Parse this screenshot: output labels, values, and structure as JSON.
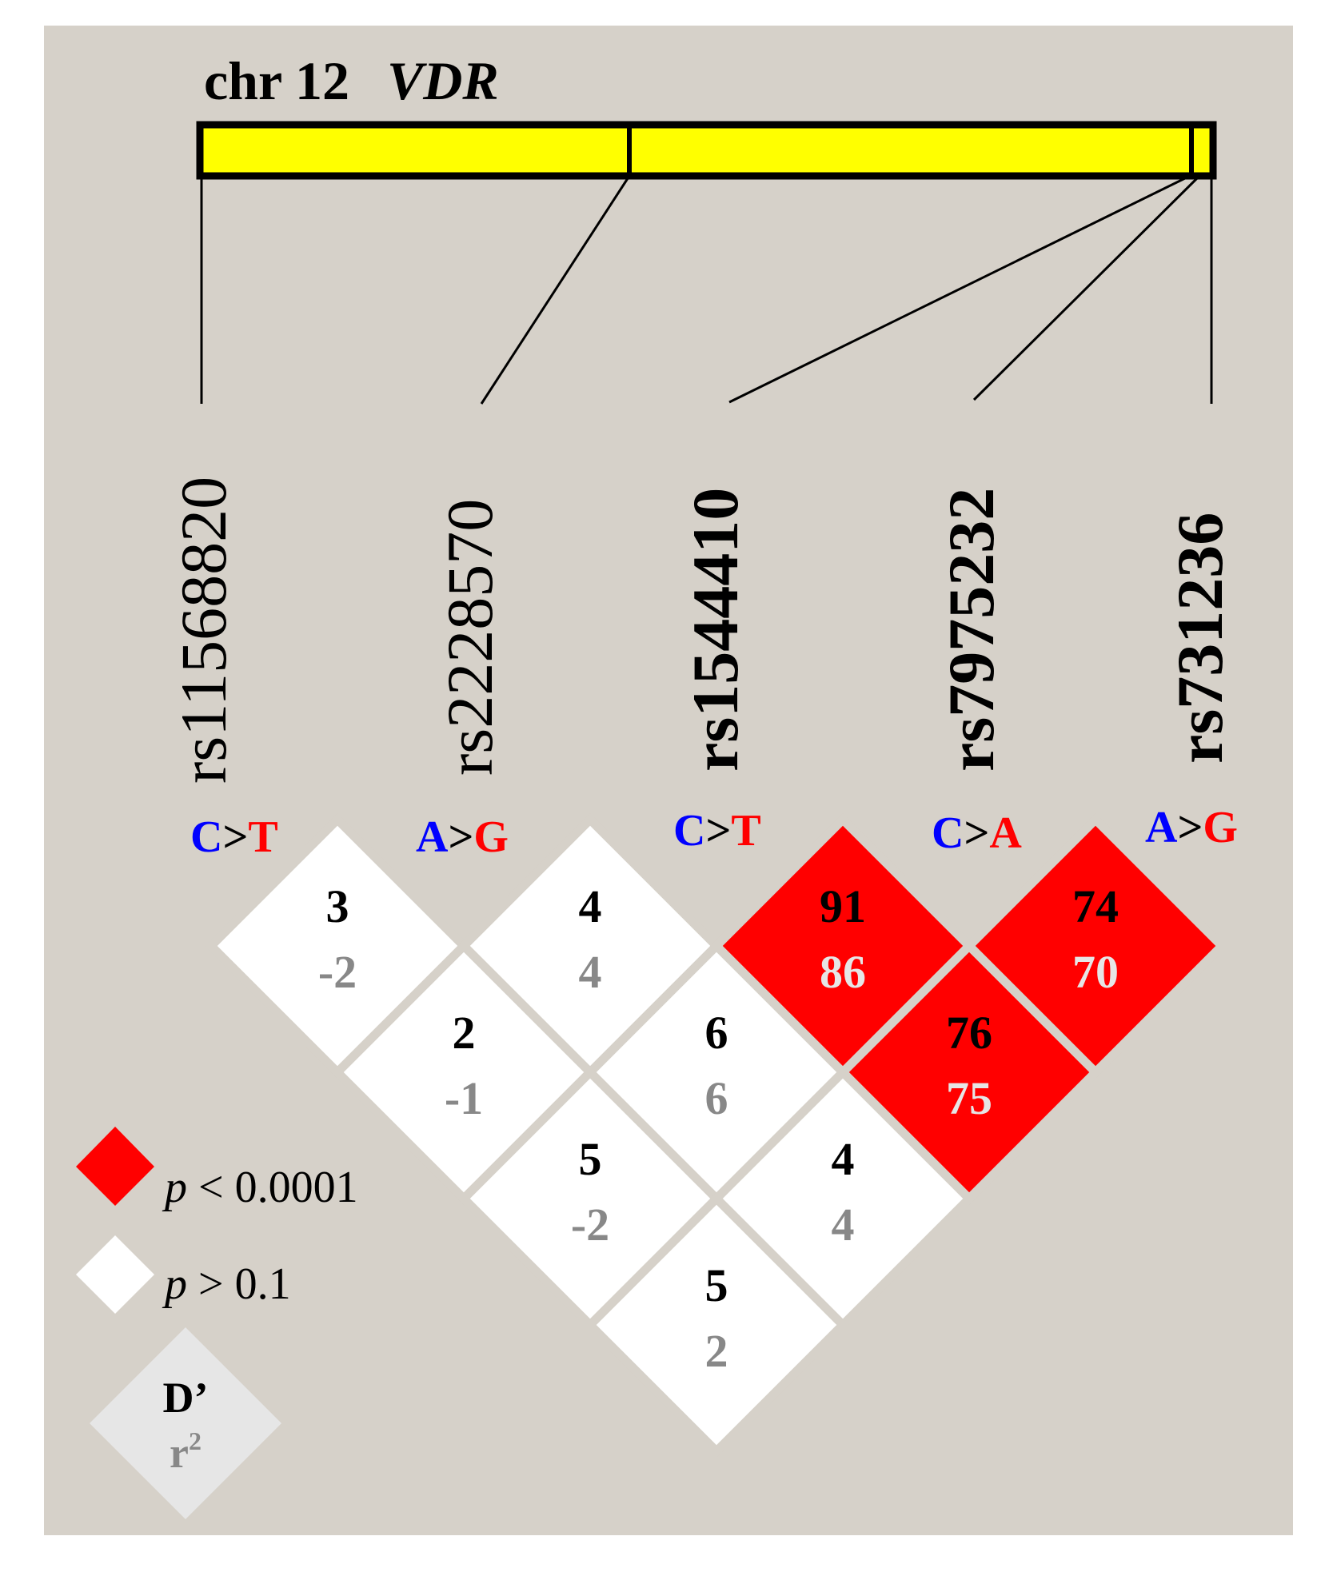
{
  "colors": {
    "background": "#d6d1c9",
    "gene_bar": "#ffff00",
    "significant": "#ff0000",
    "nonsignificant": "#ffffff",
    "key": "#e6e6e6",
    "ref_allele": "#0000ff",
    "alt_allele": "#ff0000",
    "d_prime_text": "#000000",
    "r2_text_white_cell": "#888888",
    "r2_text_red_cell": "#e6e6e6"
  },
  "title": {
    "chromosome": "chr 12",
    "gene": "VDR"
  },
  "snps": [
    {
      "id": "rs11568820",
      "ref": "C",
      "sep": ">",
      "alt": "T",
      "bold": false
    },
    {
      "id": "rs2228570",
      "ref": "A",
      "sep": ">",
      "alt": "G",
      "bold": false
    },
    {
      "id": "rs1544410",
      "ref": "C",
      "sep": ">",
      "alt": "T",
      "bold": true
    },
    {
      "id": "rs7975232",
      "ref": "C",
      "sep": ">",
      "alt": "A",
      "bold": true
    },
    {
      "id": "rs731236",
      "ref": "A",
      "sep": ">",
      "alt": "G",
      "bold": true
    }
  ],
  "ld_cells": [
    {
      "i": 0,
      "j": 1,
      "d_prime": "3",
      "r2": "-2",
      "significant": false
    },
    {
      "i": 1,
      "j": 2,
      "d_prime": "4",
      "r2": "4",
      "significant": false
    },
    {
      "i": 2,
      "j": 3,
      "d_prime": "91",
      "r2": "86",
      "significant": true
    },
    {
      "i": 3,
      "j": 4,
      "d_prime": "74",
      "r2": "70",
      "significant": true
    },
    {
      "i": 0,
      "j": 2,
      "d_prime": "2",
      "r2": "-1",
      "significant": false
    },
    {
      "i": 1,
      "j": 3,
      "d_prime": "6",
      "r2": "6",
      "significant": false
    },
    {
      "i": 2,
      "j": 4,
      "d_prime": "76",
      "r2": "75",
      "significant": true
    },
    {
      "i": 0,
      "j": 3,
      "d_prime": "5",
      "r2": "-2",
      "significant": false
    },
    {
      "i": 1,
      "j": 4,
      "d_prime": "4",
      "r2": "4",
      "significant": false
    },
    {
      "i": 0,
      "j": 4,
      "d_prime": "5",
      "r2": "2",
      "significant": false
    }
  ],
  "legend": {
    "significant_p": "p",
    "significant_rest": " < 0.0001",
    "nonsignificant_p": "p",
    "nonsignificant_rest": " > 0.1",
    "key_top": "D’",
    "key_bottom_base": "r",
    "key_bottom_sup": "2"
  }
}
